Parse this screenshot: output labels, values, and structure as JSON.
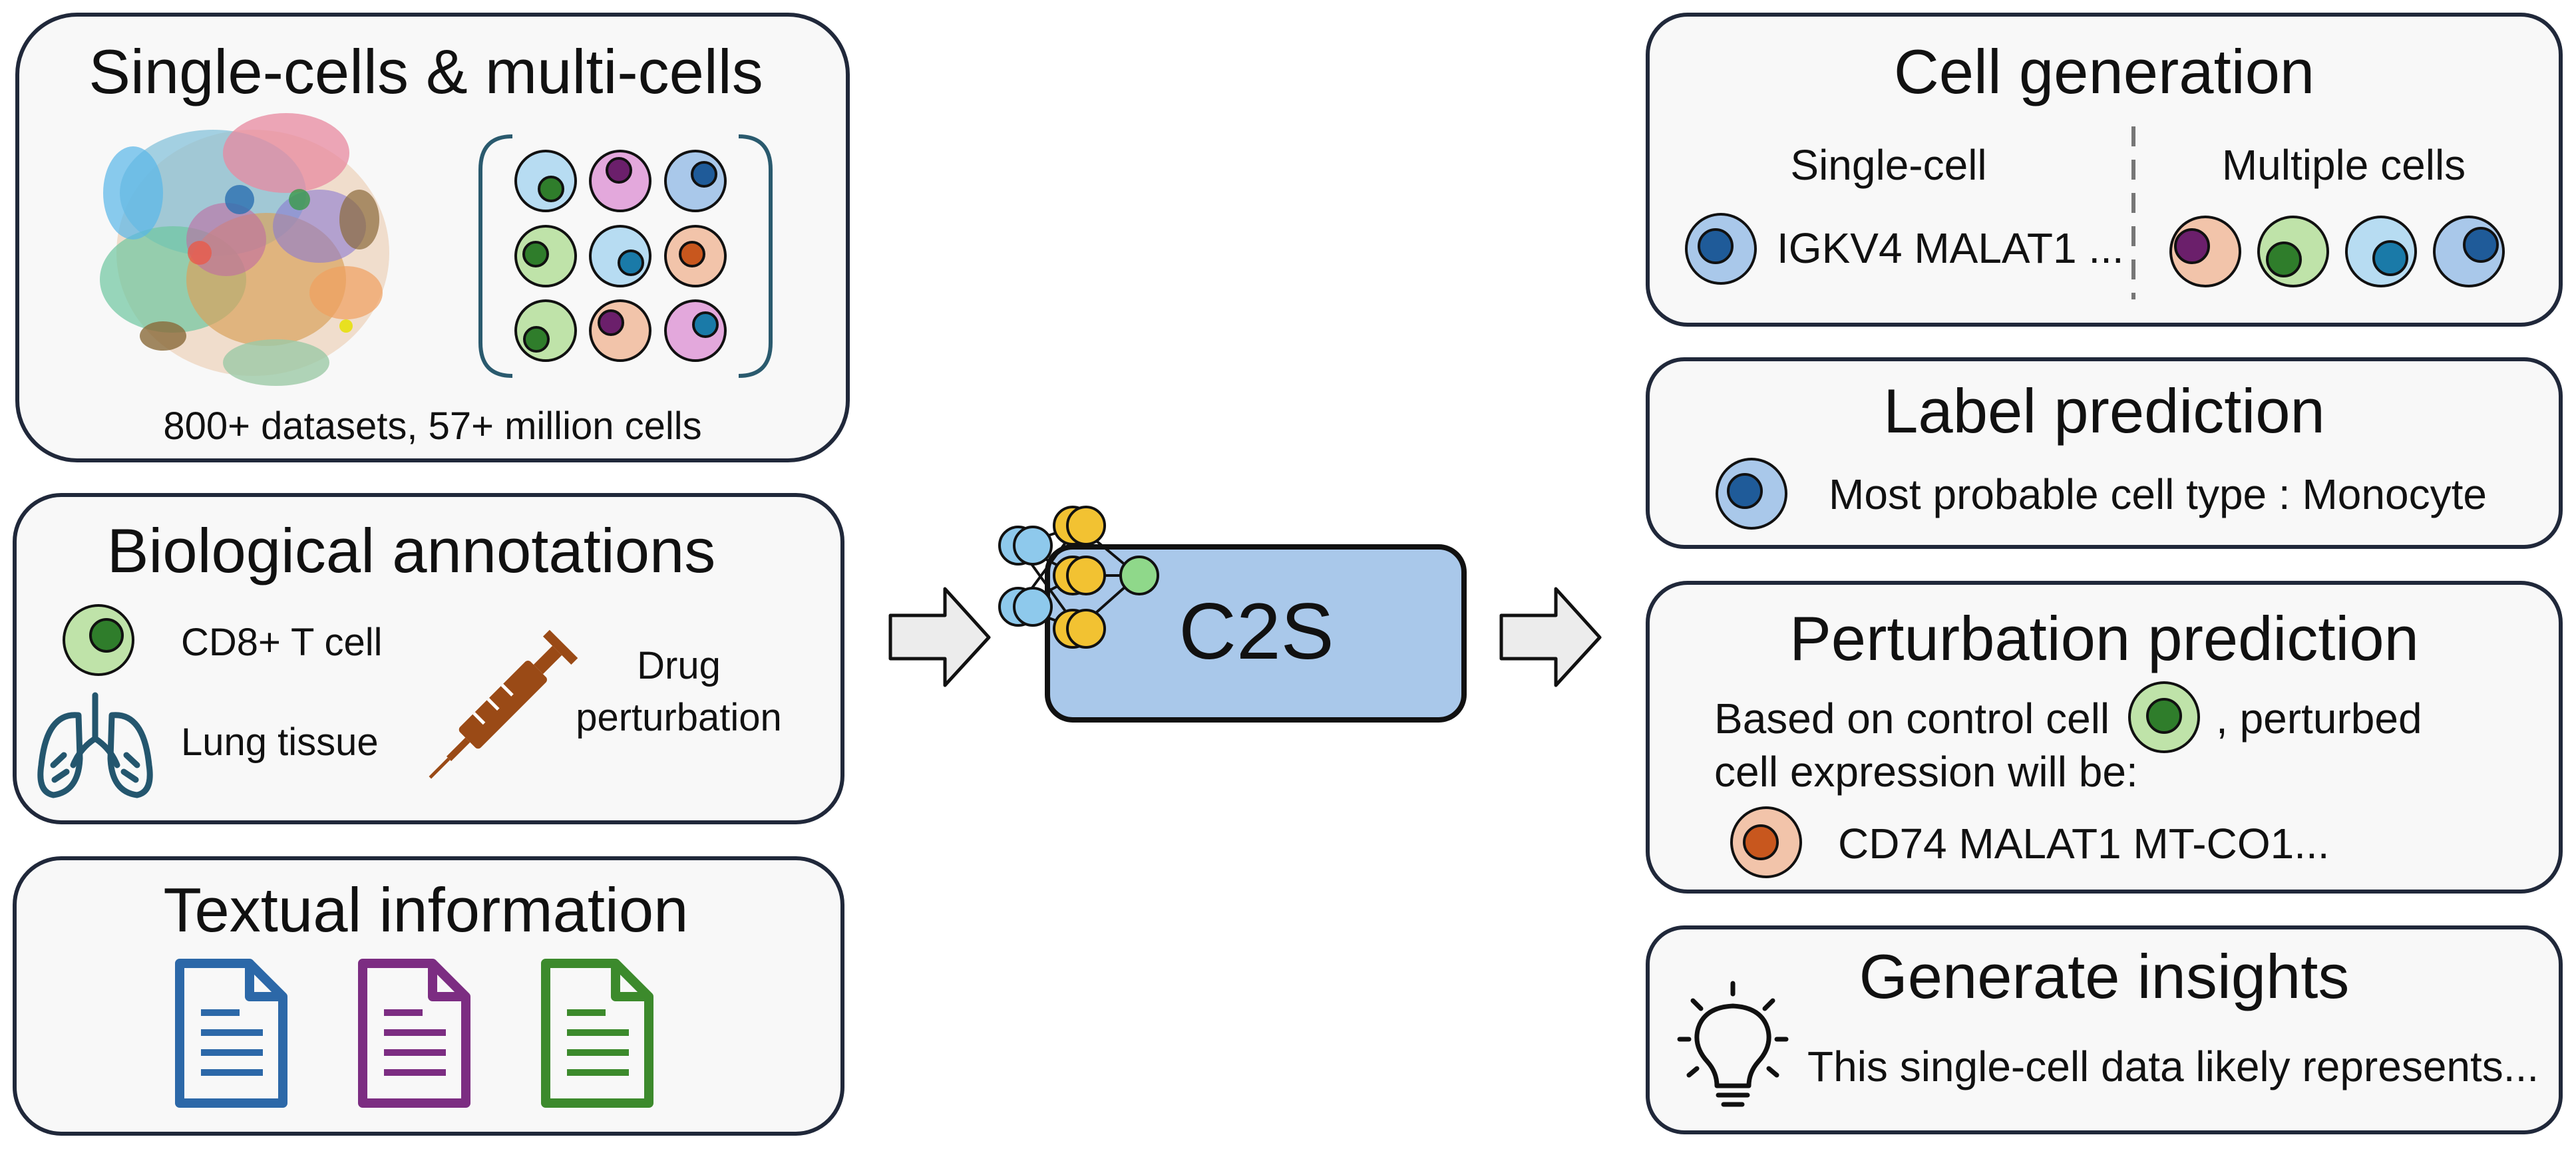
{
  "colors": {
    "light_blue": "#b7dcf2",
    "dark_blue": "#1f5b99",
    "pink": "#e3a8dc",
    "purple": "#6b1f6b",
    "green_light": "#bfe3a9",
    "green_dark": "#2f7d2b",
    "peach": "#f2c4aa",
    "orange": "#c8571e",
    "steel_blue_light": "#a9c8ea",
    "teal": "#1a7aa8",
    "yellow": "#f2c232",
    "c2s_box": "#a9c8ea",
    "doc_blue": "#2c68a8",
    "doc_purple": "#7c2d82",
    "doc_green": "#3c8a2c",
    "syringe": "#9a4a16",
    "lungs": "#24566e"
  },
  "inputs": {
    "single_multi": {
      "title": "Single-cells & multi-cells",
      "caption": "800+ datasets, 57+ million cells",
      "icons": [
        "umap-plot-icon",
        "cell-grid-icon"
      ]
    },
    "annotations": {
      "title": "Biological annotations",
      "items": [
        {
          "icon": "cell-icon",
          "label": "CD8+ T cell"
        },
        {
          "icon": "lungs-icon",
          "label": "Lung tissue"
        },
        {
          "icon": "syringe-icon",
          "label_line1": "Drug",
          "label_line2": "perturbation"
        }
      ]
    },
    "textual": {
      "title": "Textual information",
      "icons": [
        "document-blue-icon",
        "document-purple-icon",
        "document-green-icon"
      ]
    }
  },
  "model": {
    "label": "C2S",
    "icon": "neural-network-icon"
  },
  "outputs": {
    "cell_generation": {
      "title": "Cell generation",
      "single_label": "Single-cell",
      "single_text": "IGKV4 MALAT1 ...",
      "multi_label": "Multiple cells"
    },
    "label_prediction": {
      "title": "Label prediction",
      "text": "Most probable cell type : Monocyte"
    },
    "perturbation_prediction": {
      "title": "Perturbation prediction",
      "text_part1": "Based on control cell",
      "text_part2": ", perturbed",
      "text_line2": "cell expression will be:",
      "result": "CD74 MALAT1 MT-CO1..."
    },
    "insights": {
      "title": "Generate insights",
      "text": "This single-cell data likely represents...",
      "icon": "lightbulb-icon"
    }
  }
}
